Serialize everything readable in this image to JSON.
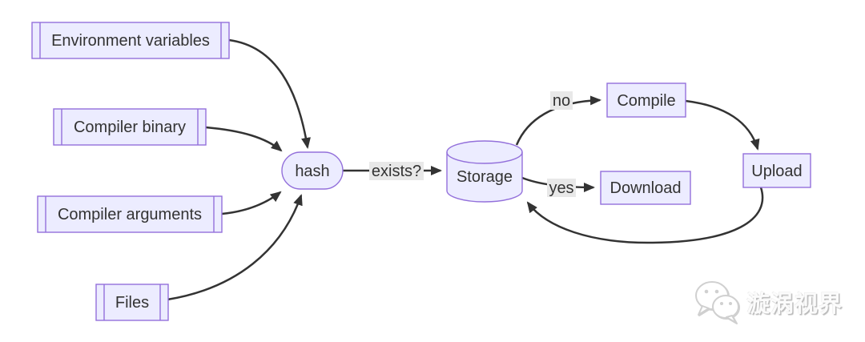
{
  "diagram": {
    "type": "flowchart",
    "direction": "LR",
    "colors": {
      "node_fill": "#ECECFF",
      "node_border": "#9370DB",
      "edge_line": "#333333",
      "edge_label_bg": "#E8E8E8",
      "text": "#333333"
    },
    "nodes": [
      {
        "id": "env",
        "label": "Environment variables",
        "shape": "subroutine"
      },
      {
        "id": "bin",
        "label": "Compiler binary",
        "shape": "subroutine"
      },
      {
        "id": "args",
        "label": "Compiler arguments",
        "shape": "subroutine"
      },
      {
        "id": "files",
        "label": "Files",
        "shape": "subroutine"
      },
      {
        "id": "hash",
        "label": "hash",
        "shape": "stadium"
      },
      {
        "id": "storage",
        "label": "Storage",
        "shape": "cylinder"
      },
      {
        "id": "compile",
        "label": "Compile",
        "shape": "rectangle"
      },
      {
        "id": "download",
        "label": "Download",
        "shape": "rectangle"
      },
      {
        "id": "upload",
        "label": "Upload",
        "shape": "rectangle"
      }
    ],
    "edges": [
      {
        "from": "env",
        "to": "hash",
        "label": ""
      },
      {
        "from": "bin",
        "to": "hash",
        "label": ""
      },
      {
        "from": "args",
        "to": "hash",
        "label": ""
      },
      {
        "from": "files",
        "to": "hash",
        "label": ""
      },
      {
        "from": "hash",
        "to": "storage",
        "label": "exists?"
      },
      {
        "from": "storage",
        "to": "compile",
        "label": "no"
      },
      {
        "from": "storage",
        "to": "download",
        "label": "yes"
      },
      {
        "from": "compile",
        "to": "upload",
        "label": ""
      },
      {
        "from": "upload",
        "to": "storage",
        "label": ""
      }
    ]
  },
  "watermark": {
    "icon": "wechat-chat-bubbles-icon",
    "text": "漩涡视界",
    "color": "#CFCFCF"
  }
}
